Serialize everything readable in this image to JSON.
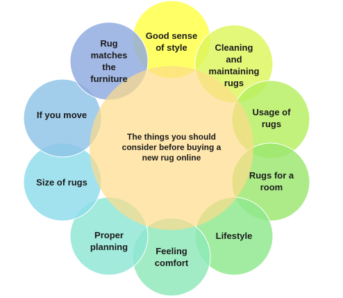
{
  "center": {
    "text": "The things you should\nconsider before buying a\nnew rug online",
    "color": "#fedc8a"
  },
  "items": [
    {
      "text": "Good sense\nof style",
      "color": "#ffff44"
    },
    {
      "text": "Cleaning\nand\nmaintaining\nrugs",
      "color": "#ddf55a"
    },
    {
      "text": "Usage of\nrugs",
      "color": "#b5ef5e"
    },
    {
      "text": "Rugs for a\nroom",
      "color": "#9ae66e"
    },
    {
      "text": "Lifestyle",
      "color": "#8de88c"
    },
    {
      "text": "Feeling\ncomfort",
      "color": "#8ee8b8"
    },
    {
      "text": "Proper\nplanning",
      "color": "#8ee6d4"
    },
    {
      "text": "Size of rugs",
      "color": "#8edcec"
    },
    {
      "text": "If you move",
      "color": "#8ec3e8"
    },
    {
      "text": "Rug\nmatches\nthe\nfurniture",
      "color": "#8fa9df"
    }
  ]
}
